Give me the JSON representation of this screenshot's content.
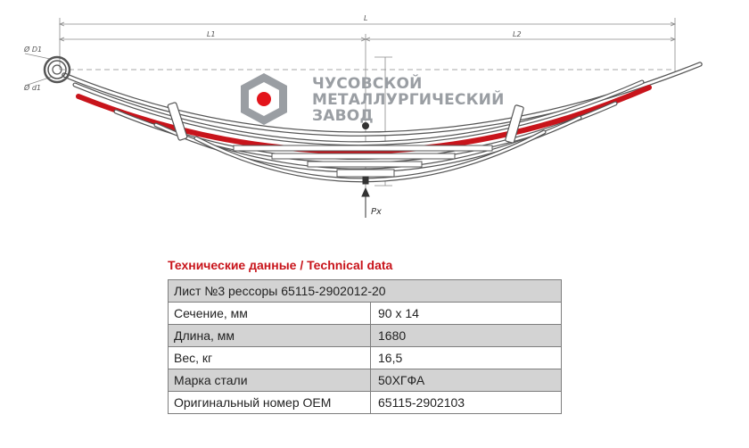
{
  "drawing": {
    "dimensions": {
      "total": "L",
      "left": "L1",
      "right": "L2",
      "eye_outer": "Ø D1",
      "eye_inner": "Ø d1",
      "force": "Px"
    },
    "logo": {
      "line1": "ЧУСОВСКОЙ",
      "line2": "МЕТАЛЛУРГИЧЕСКИЙ",
      "line3": "ЗАВОД"
    },
    "colors": {
      "highlight_leaf": "#c8141b",
      "logo_red": "#e3141b",
      "logo_gray": "#9a9ea3",
      "line": "#5a5a5a"
    }
  },
  "specs": {
    "title": "Технические данные / Technical data",
    "header": "Лист №3 рессоры 65115-2902012-20",
    "rows": [
      {
        "label": "Сечение, мм",
        "value": "90 х 14"
      },
      {
        "label": "Длина, мм",
        "value": "1680"
      },
      {
        "label": "Вес, кг",
        "value": "16,5"
      },
      {
        "label": "Марка стали",
        "value": "50ХГФА"
      },
      {
        "label": "Оригинальный номер OEM",
        "value": "65115-2902103"
      }
    ]
  }
}
